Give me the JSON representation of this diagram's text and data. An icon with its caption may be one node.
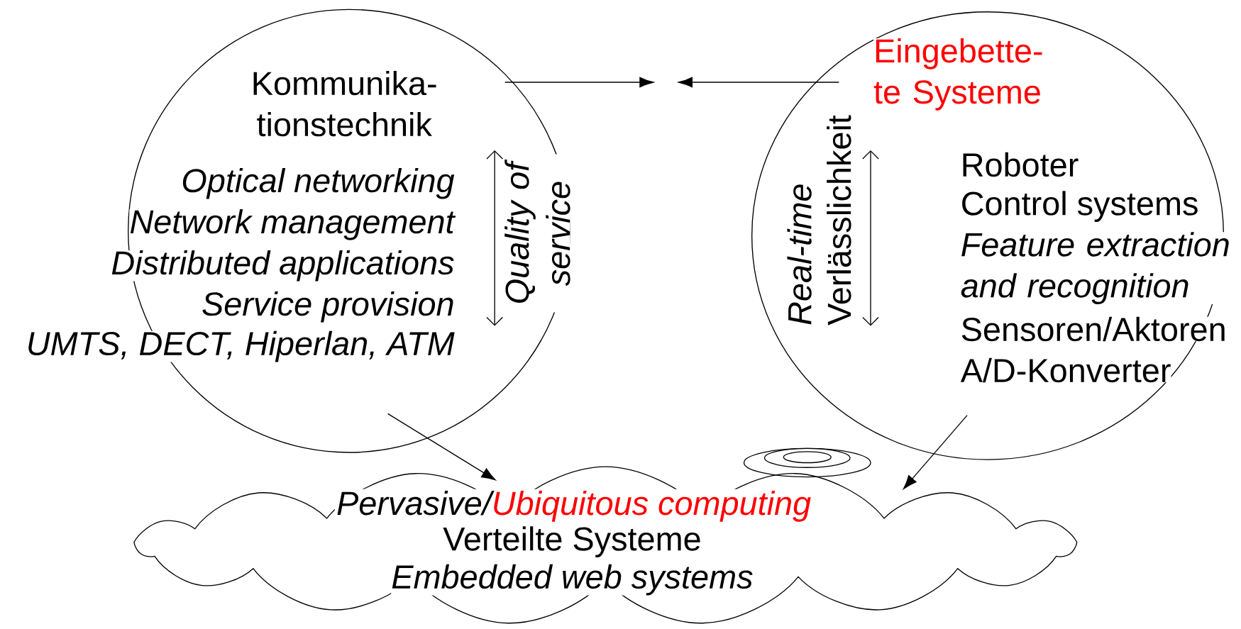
{
  "diagram": {
    "nodes": [
      {
        "text": [
          "Kommunika- tionstechnik",
          "Optical networking",
          "Network management",
          "Distributed applications",
          "Service provision",
          "UMTS, DECT, Hiperlan, ATM",
          "Quality of service"
        ]
      },
      {
        "text": [
          "Eingebette- te Systeme",
          "Real-time",
          "Verlässlichkeit",
          "Roboter",
          "Control systems",
          "Feature extraction and recognition",
          "Sensoren/Aktoren",
          "A/D-Konverter"
        ]
      },
      {
        "text": [
          "Pervasive/",
          "Ubiquitous computing",
          "Verteilte Systeme",
          "Embedded web systems"
        ]
      }
    ],
    "edges": [
      {
        "from": 0,
        "to": null,
        "arrow": "to"
      },
      {
        "from": 1,
        "to": null,
        "arrow": "to"
      },
      {
        "from": 0,
        "to": 2,
        "arrow": "to"
      },
      {
        "from": 1,
        "to": 2,
        "arrow": "to"
      }
    ]
  }
}
